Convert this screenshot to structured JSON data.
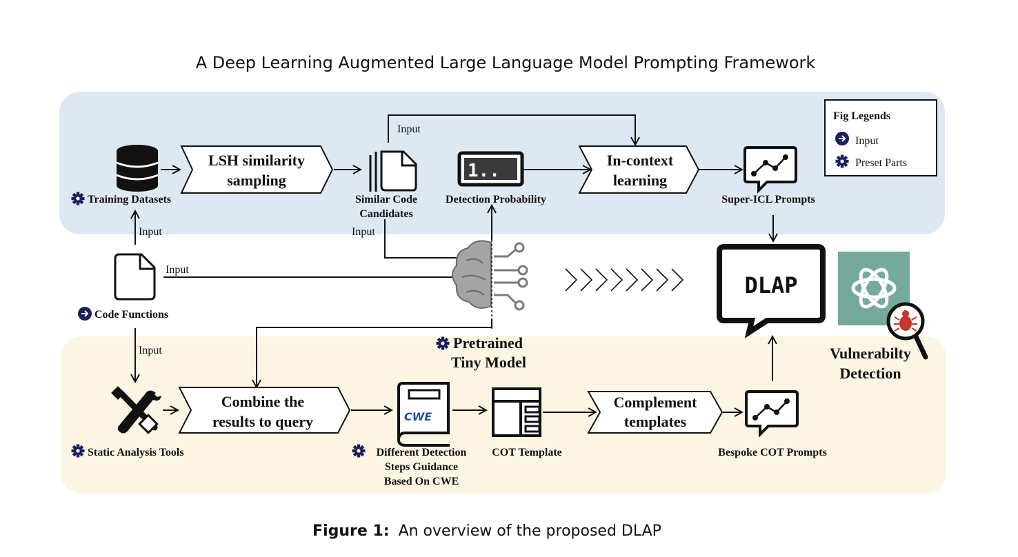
{
  "title": "A Deep Learning Augmented Large Language Model Prompting Framework",
  "caption": {
    "prefix": "Figure 1:",
    "text": "An overview of the proposed DLAP"
  },
  "colors": {
    "top_band": "#dde8f3",
    "bottom_band": "#fcf5e3",
    "chatgpt_green": "#74aa9c",
    "navy": "#1b1f5e",
    "bug_red": "#c0392b"
  },
  "legend": {
    "title": "Fig Legends",
    "items": [
      {
        "icon": "arrow-circle-icon",
        "label": "Input"
      },
      {
        "icon": "gear-icon",
        "label": "Preset Parts"
      }
    ]
  },
  "nodes": {
    "training_datasets": "Training Datasets",
    "lsh": [
      "LSH similarity",
      "sampling"
    ],
    "similar_code": [
      "Similar Code",
      "Candidates"
    ],
    "detection_probability": "Detection Probability",
    "in_context": [
      "In-context",
      "learning"
    ],
    "super_icl": "Super-ICL Prompts",
    "code_functions": "Code Functions",
    "pretrained": [
      "Pretrained",
      "Tiny Model"
    ],
    "dlap": "DLAP",
    "vulnerability": [
      "Vulnerabilty",
      "Detection"
    ],
    "static_analysis": "Static Analysis Tools",
    "combine": [
      "Combine the",
      "results  to query"
    ],
    "cwe_guidance": [
      "Different Detection",
      "Steps Guidance",
      "Based On CWE"
    ],
    "cwe_logo": "CWE",
    "cot_template": "COT Template",
    "complement": [
      "Complement",
      "templates"
    ],
    "bespoke": "Bespoke COT Prompts",
    "progress_glyph": "1.."
  },
  "edge_labels": {
    "similar_to_incontext": "Input",
    "code_to_training": "Input",
    "similar_to_model": "Input",
    "code_to_model": "Input",
    "code_to_static": "Input"
  }
}
